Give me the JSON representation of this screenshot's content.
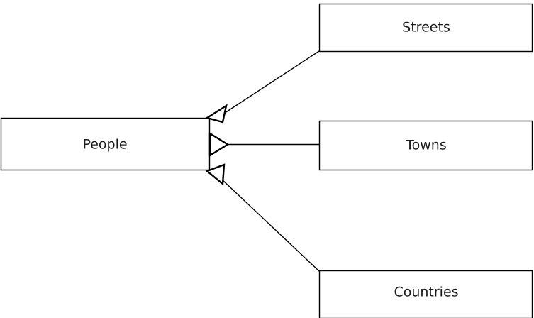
{
  "diagram": {
    "type": "entity-relationship",
    "background_color": "#ffffff",
    "line_color": "#000000",
    "text_color": "#1a1a1a",
    "source_node": {
      "id": "people",
      "label": "People"
    },
    "target_nodes": [
      {
        "id": "streets",
        "label": "Streets"
      },
      {
        "id": "towns",
        "label": "Towns"
      },
      {
        "id": "countries",
        "label": "Countries"
      }
    ],
    "relationships": [
      {
        "from": "people",
        "to": "streets",
        "marker": "hollow-triangle-arrowhead"
      },
      {
        "from": "people",
        "to": "towns",
        "marker": "hollow-triangle-arrowhead"
      },
      {
        "from": "people",
        "to": "countries",
        "marker": "hollow-triangle-arrowhead"
      }
    ]
  }
}
